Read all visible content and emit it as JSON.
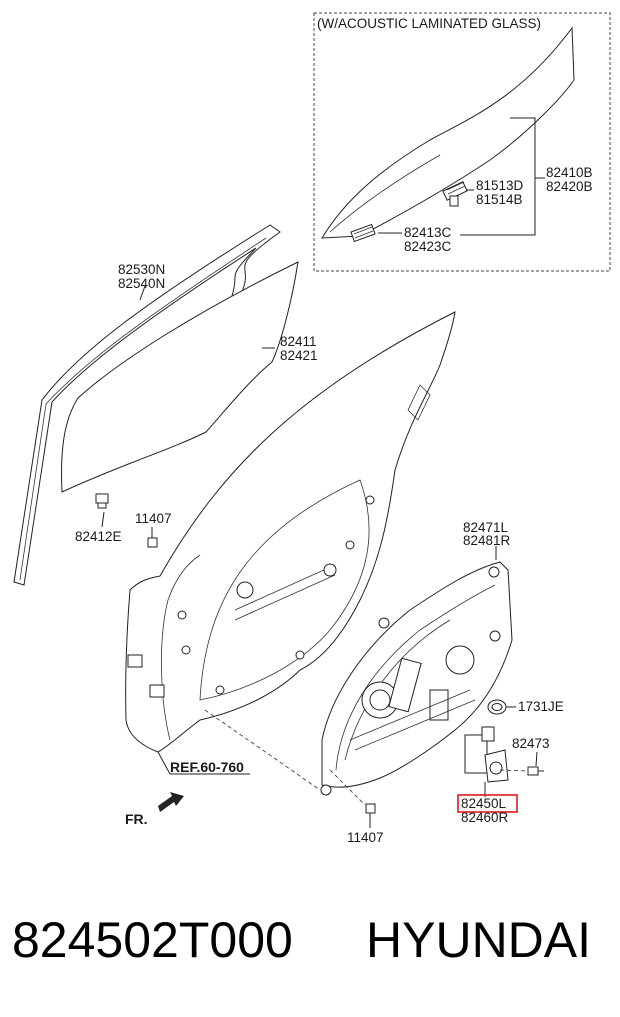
{
  "diagram": {
    "inset_title": "(W/ACOUSTIC LAMINATED GLASS)",
    "labels": {
      "p82410B": "82410B",
      "p82420B": "82420B",
      "p81513D": "81513D",
      "p81514B": "81514B",
      "p82413C": "82413C",
      "p82423C": "82423C",
      "p82530N": "82530N",
      "p82540N": "82540N",
      "p82411": "82411",
      "p82421": "82421",
      "p11407a": "11407",
      "p82412E": "82412E",
      "p82471L": "82471L",
      "p82481R": "82481R",
      "p1731JE": "1731JE",
      "p82473": "82473",
      "p82450L": "82450L",
      "p82460R": "82460R",
      "p11407b": "11407",
      "ref": "REF.60-760",
      "fr": "FR."
    },
    "highlight_color": "#e0191e"
  },
  "caption": {
    "part_number": "824502T000",
    "brand": "HYUNDAI"
  }
}
